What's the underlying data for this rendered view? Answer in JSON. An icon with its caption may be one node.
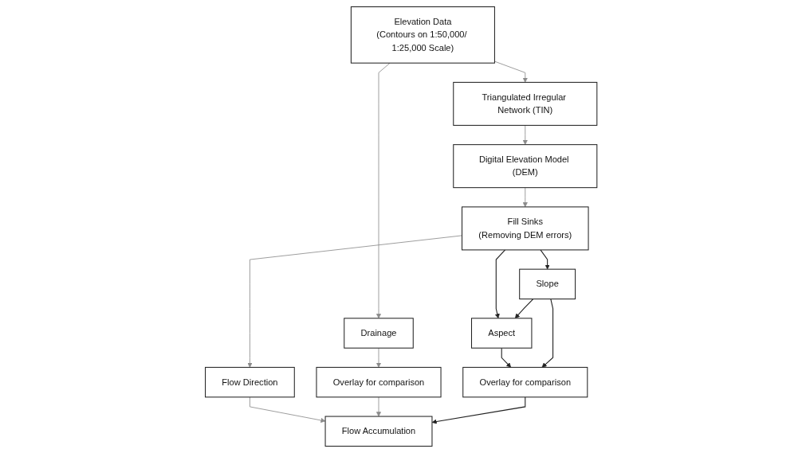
{
  "diagram": {
    "nodes": [
      {
        "text": [
          "Drainage"
        ]
      },
      {
        "text": [
          "Elevation Data",
          "(Contours on 1:50,000/ 1:25,000 Scale)"
        ]
      },
      {
        "text": [
          "Triangulated Irregular Network (TIN)"
        ]
      },
      {
        "text": [
          "Digital Elevation Model (DEM)"
        ]
      },
      {
        "text": [
          "Fill Sinks",
          "(Removing DEM errors)"
        ]
      },
      {
        "text": [
          "Slope"
        ]
      },
      {
        "text": [
          "Aspect"
        ]
      },
      {
        "text": [
          "Flow Direction"
        ]
      },
      {
        "text": [
          "Overlay for comparison"
        ]
      },
      {
        "text": [
          "Flow Accumulation"
        ]
      },
      {
        "text": [
          "Overlay for comparison"
        ]
      }
    ],
    "edges": [
      {
        "from": 1,
        "to": 0,
        "arrow": "to"
      },
      {
        "from": 1,
        "to": 2,
        "arrow": "to"
      },
      {
        "from": 2,
        "to": 3,
        "arrow": "to"
      },
      {
        "from": 3,
        "to": 4,
        "arrow": "to"
      },
      {
        "from": 4,
        "to": 5,
        "arrow": "to",
        "color": "#222222"
      },
      {
        "from": 4,
        "to": 6,
        "arrow": "to",
        "color": "#222222"
      },
      {
        "from": 5,
        "to": 6,
        "arrow": "to",
        "color": "#222222"
      },
      {
        "from": 4,
        "to": 7,
        "arrow": "to"
      },
      {
        "from": 0,
        "to": 8,
        "arrow": "to"
      },
      {
        "from": 7,
        "to": 9,
        "arrow": "to"
      },
      {
        "from": 8,
        "to": 9,
        "arrow": "to"
      },
      {
        "from": 6,
        "to": 10,
        "arrow": "to",
        "color": "#222222"
      },
      {
        "from": 5,
        "to": 10,
        "arrow": "to",
        "color": "#222222"
      },
      {
        "from": 10,
        "to": 9,
        "arrow": "to",
        "color": "#222222"
      }
    ]
  }
}
